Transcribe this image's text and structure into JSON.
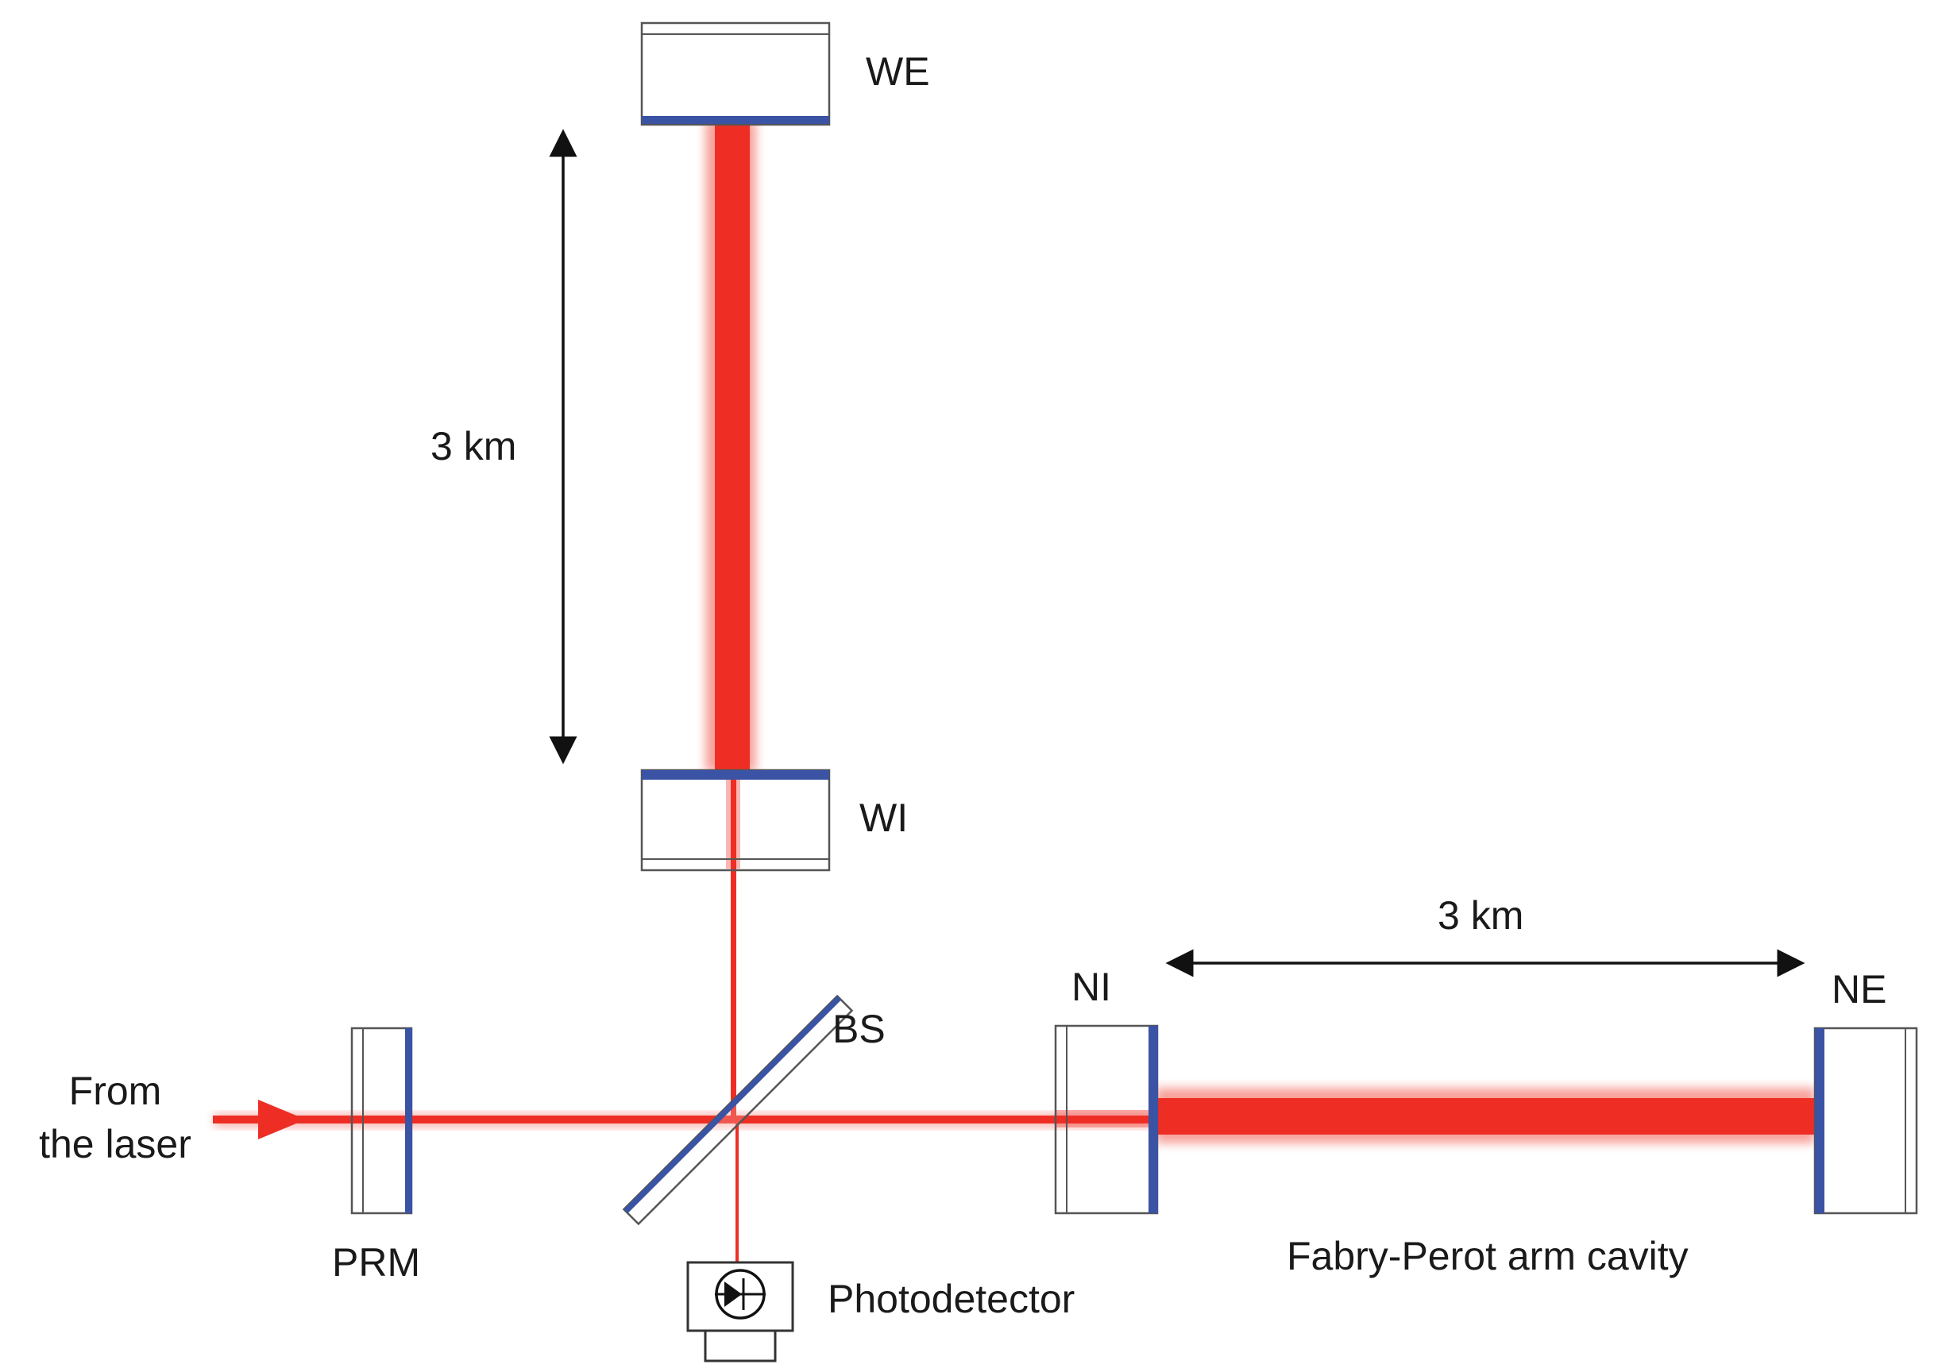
{
  "labels": {
    "we": "WE",
    "wi": "WI",
    "ni": "NI",
    "ne": "NE",
    "bs": "BS",
    "prm": "PRM",
    "photodetector": "Photodetector",
    "cavity": "Fabry-Perot arm cavity",
    "laser_line1": "From",
    "laser_line2": "the laser",
    "dist_vertical": "3 km",
    "dist_horizontal": "3 km"
  },
  "colors": {
    "beam": "#ee2e24",
    "coating": "#3a53a4",
    "outline": "#555555",
    "text": "#1a1a1a"
  }
}
